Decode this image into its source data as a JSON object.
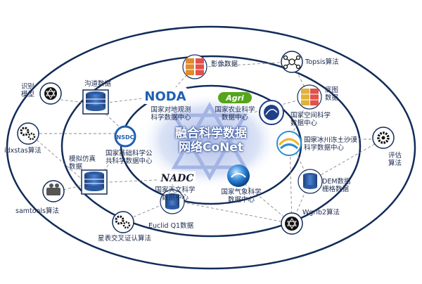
{
  "center": {
    "line1": "融合科学数据",
    "line2": "网络CoNet"
  },
  "labels": {
    "identify_model": "识别\n模型",
    "channel_data": "沟道数据",
    "image_data": "影像数据",
    "topsis": "Topsis算法",
    "base_map": "底图\n数据",
    "idxstas": "idxstas算法",
    "sim_data": "模拟仿真\n数据",
    "evaluate": "评估\n算法",
    "samtools": "samtools算法",
    "dem": "DEM数据\n栅格数据",
    "wgrib2": "Wgrib2算法",
    "euclid": "Euclid Q1数据",
    "star_cross": "星表交叉证认算法",
    "noda_center": "国家对地观测\n科学数据中心",
    "agri_center": "国家农业科学\n数据中心",
    "space_center": "国家空间科学\n数据中心",
    "basic_center": "国家基础科学公\n共科学数据中心",
    "glacier_center": "国家冰川冻土沙漠\n科学数据中心",
    "astro_center": "国家天文科学\n数据中心",
    "meteo_center": "国家气象科学\n数据中心"
  },
  "logos": {
    "noda": "NODA",
    "agri": "Agri",
    "nsdc": "NSDC",
    "nadc": "NADC"
  },
  "colors": {
    "ring_dark": "#122c59",
    "ring_blue": "#1e57a8",
    "center_fill": "#cfd9f2",
    "cylinder": "#2c5aa0",
    "logo_blue": "#1f5fb2",
    "logo_green": "#55a51c"
  }
}
